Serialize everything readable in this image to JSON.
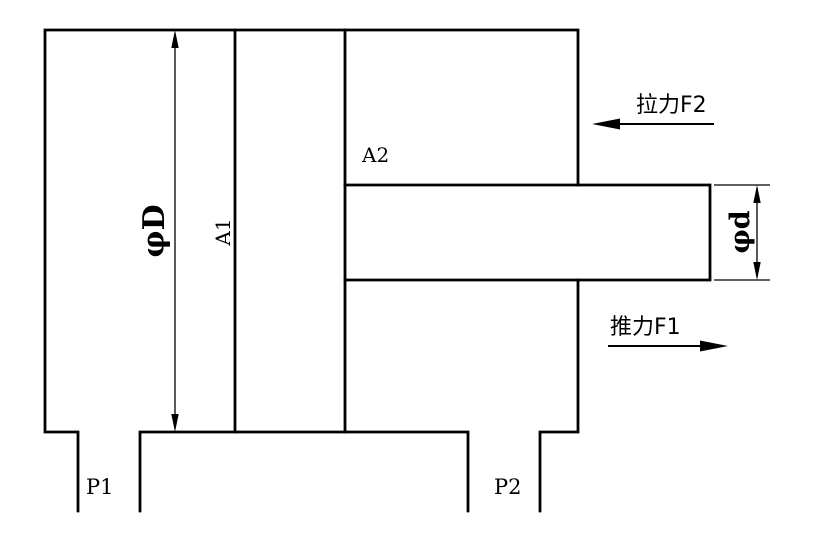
{
  "diagram": {
    "type": "hydraulic-cylinder-schematic",
    "colors": {
      "line": "#000000",
      "background": "#ffffff"
    },
    "labels": {
      "bore_diameter": "φD",
      "piston_area": "A1",
      "rod_side_area": "A2",
      "rod_diameter": "φd",
      "pull_force": "拉力F2",
      "push_force": "推力F1",
      "port_left": "P1",
      "port_right": "P2"
    }
  }
}
